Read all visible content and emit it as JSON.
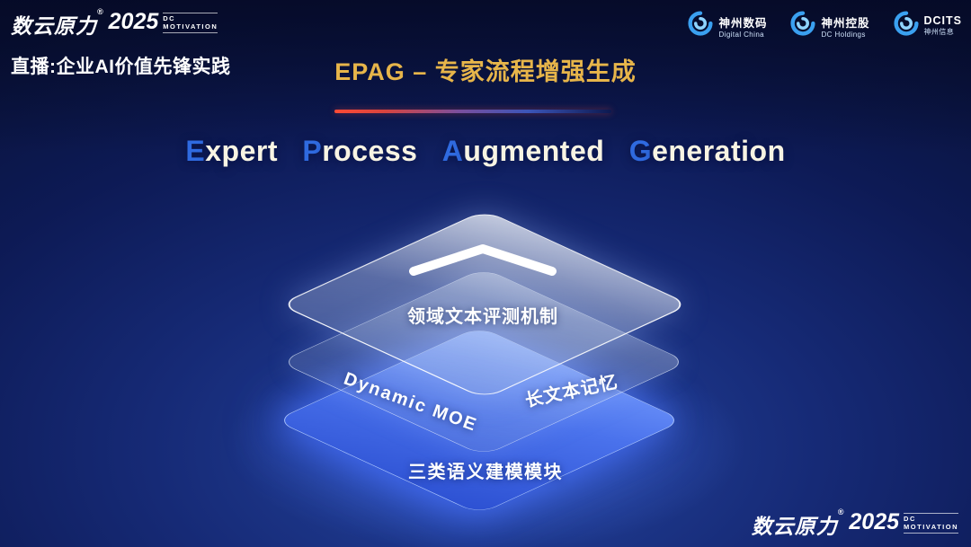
{
  "brand": {
    "name": "数云原力",
    "reg": "®",
    "year": "2025",
    "dc": "DC",
    "motivation": "MOTIVATION"
  },
  "header": {
    "live_label": "直播:企业AI价值先锋实践",
    "partner_logos": [
      {
        "name": "神州数码",
        "subtitle": "Digital China"
      },
      {
        "name": "神州控股",
        "subtitle": "DC Holdings"
      },
      {
        "name": "DCITS",
        "subtitle": "神州信息"
      }
    ]
  },
  "title": "EPAG – 专家流程增强生成",
  "subtitle": {
    "full_text": "Expert Process Augmented Generation",
    "words": [
      {
        "cap": "E",
        "rest": "xpert"
      },
      {
        "cap": "P",
        "rest": "rocess"
      },
      {
        "cap": "A",
        "rest": "ugmented"
      },
      {
        "cap": "G",
        "rest": "eneration"
      }
    ]
  },
  "diagram": {
    "type": "layered-stack",
    "layer1_label": "领域文本评测机制",
    "layer2_label_left": "Dynamic MOE",
    "layer2_label_right": "长文本记忆",
    "layer3_label": "三类语义建模模块"
  },
  "colors": {
    "title_gold": "#e7b54a",
    "subtitle_cap_blue": "#2f6ae0",
    "layer_bottom_blue": "#3a63e0",
    "divider_red": "#ff4a35",
    "background_navy": "#0d1a55"
  }
}
